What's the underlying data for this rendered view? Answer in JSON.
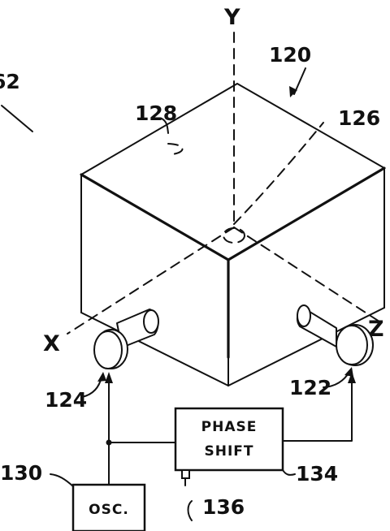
{
  "axes": {
    "x": "X",
    "y": "Y",
    "z": "Z"
  },
  "refs": {
    "r62": "62",
    "r120": "120",
    "r126": "126",
    "r128": "128",
    "r124": "124",
    "r122": "122",
    "r130": "130",
    "r134": "134",
    "r136": "136"
  },
  "phase_shift": {
    "line1": "PHASE",
    "line2": "SHIFT"
  },
  "oscillator": {
    "label": "OSC."
  }
}
